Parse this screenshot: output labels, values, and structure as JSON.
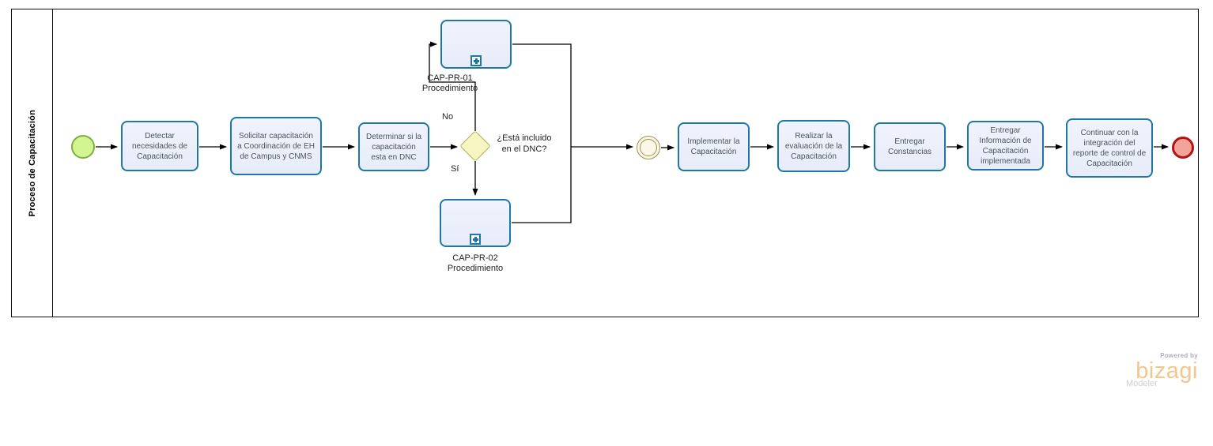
{
  "lane": {
    "label": "Proceso de Capacitación"
  },
  "tasks": [
    {
      "id": "detectar",
      "label": "Detectar necesidades de Capacitación"
    },
    {
      "id": "solicitar",
      "label": "Solicitar capacitación a Coordinación de EH de Campus y CNMS"
    },
    {
      "id": "determinar",
      "label": "Determinar si la capacitación esta en DNC"
    },
    {
      "id": "implementar",
      "label": "Implementar la Capacitación"
    },
    {
      "id": "evaluar",
      "label": "Realizar la evaluación de la Capacitación"
    },
    {
      "id": "constancias",
      "label": "Entregar Constancias"
    },
    {
      "id": "informacion",
      "label": "Entregar Información de Capacitación implementada"
    },
    {
      "id": "integracion",
      "label": "Continuar con la integración del reporte de control de Capacitación"
    }
  ],
  "subprocesses": [
    {
      "code": "CAP-PR-01",
      "type": "Procedimiento"
    },
    {
      "code": "CAP-PR-02",
      "type": "Procedimiento"
    }
  ],
  "gateway": {
    "question": "¿Está incluido en el DNC?",
    "branch_no": "No",
    "branch_yes": "Sí"
  },
  "logo": {
    "powered_by": "Powered by",
    "brand": "bizagi",
    "product": "Modeler"
  },
  "colors": {
    "task_border": "#1f78a4",
    "task_fill": "#e7ecf9",
    "start_border": "#7fae3c",
    "start_fill": "#d3f492",
    "gateway_border": "#b3ad4e",
    "gateway_fill": "#f7f5c1",
    "intermediate_border": "#9a9156",
    "intermediate_fill": "#fbf7e7",
    "end_border": "#b21313",
    "end_fill": "#f2a39a",
    "flow": "#000000",
    "brand_orange": "#f4c68e"
  }
}
